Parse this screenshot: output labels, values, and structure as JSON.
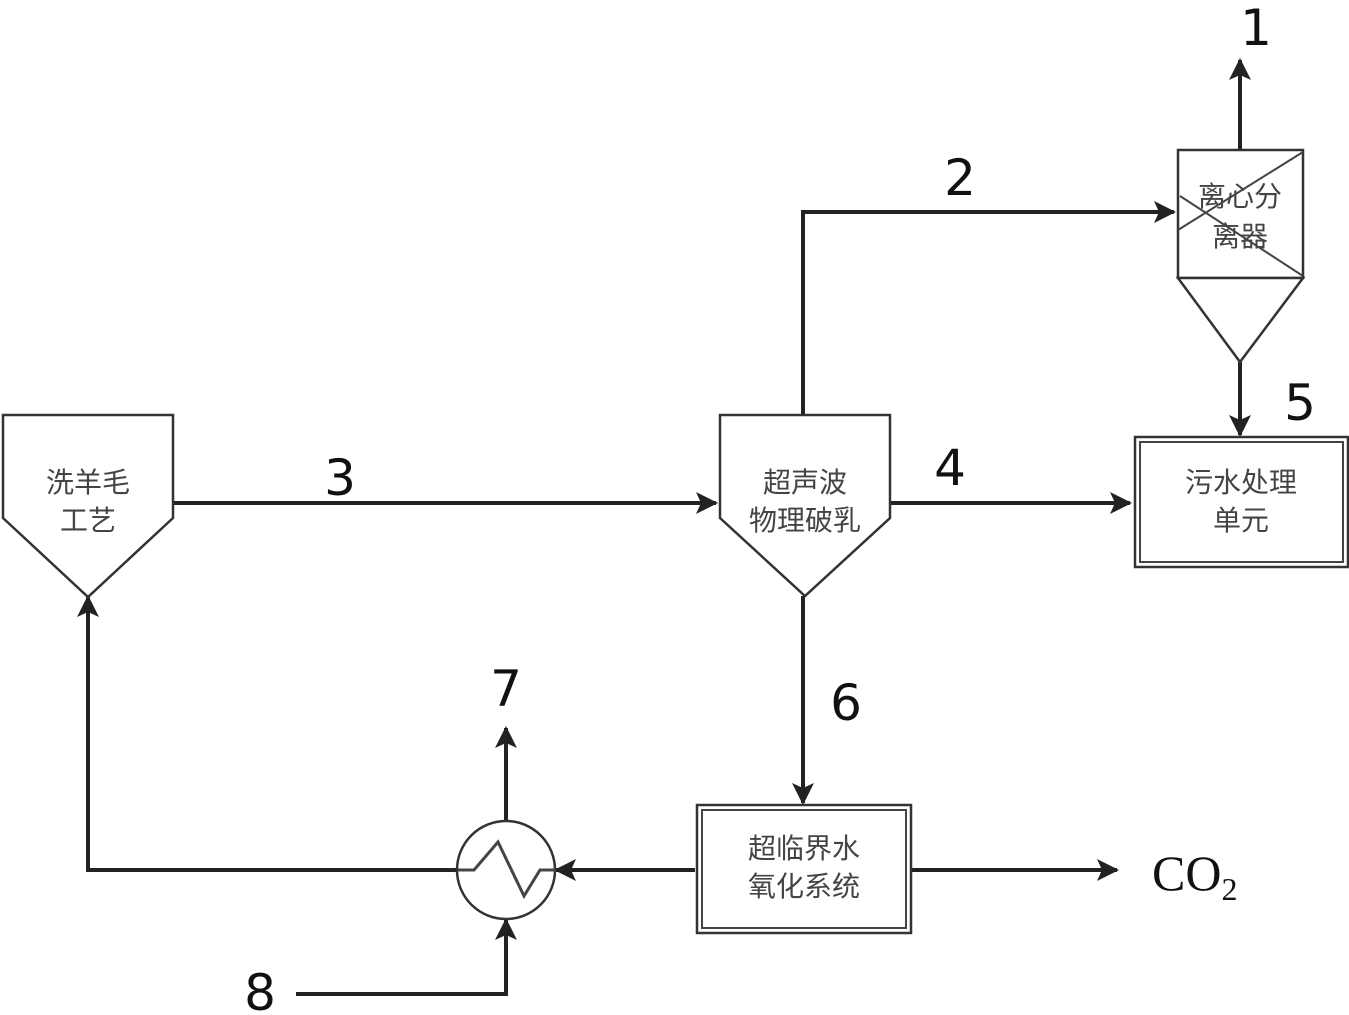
{
  "units": {
    "wool_washing": {
      "line1": "洗羊毛",
      "line2": "工艺"
    },
    "ultrasonic_demulsification": {
      "line1": "超声波",
      "line2": "物理破乳"
    },
    "centrifugal_separator": {
      "line1": "离心分",
      "line2": "离器"
    },
    "wastewater_treatment": {
      "line1": "污水处理",
      "line2": "单元"
    },
    "scwo_system": {
      "line1": "超临界水",
      "line2": "氧化系统"
    }
  },
  "stream_labels": {
    "s1": "1",
    "s2": "2",
    "s3": "3",
    "s4": "4",
    "s5": "5",
    "s6": "6",
    "s7": "7",
    "s8": "8"
  },
  "outputs": {
    "co2": {
      "main": "CO",
      "sub": "2"
    }
  }
}
